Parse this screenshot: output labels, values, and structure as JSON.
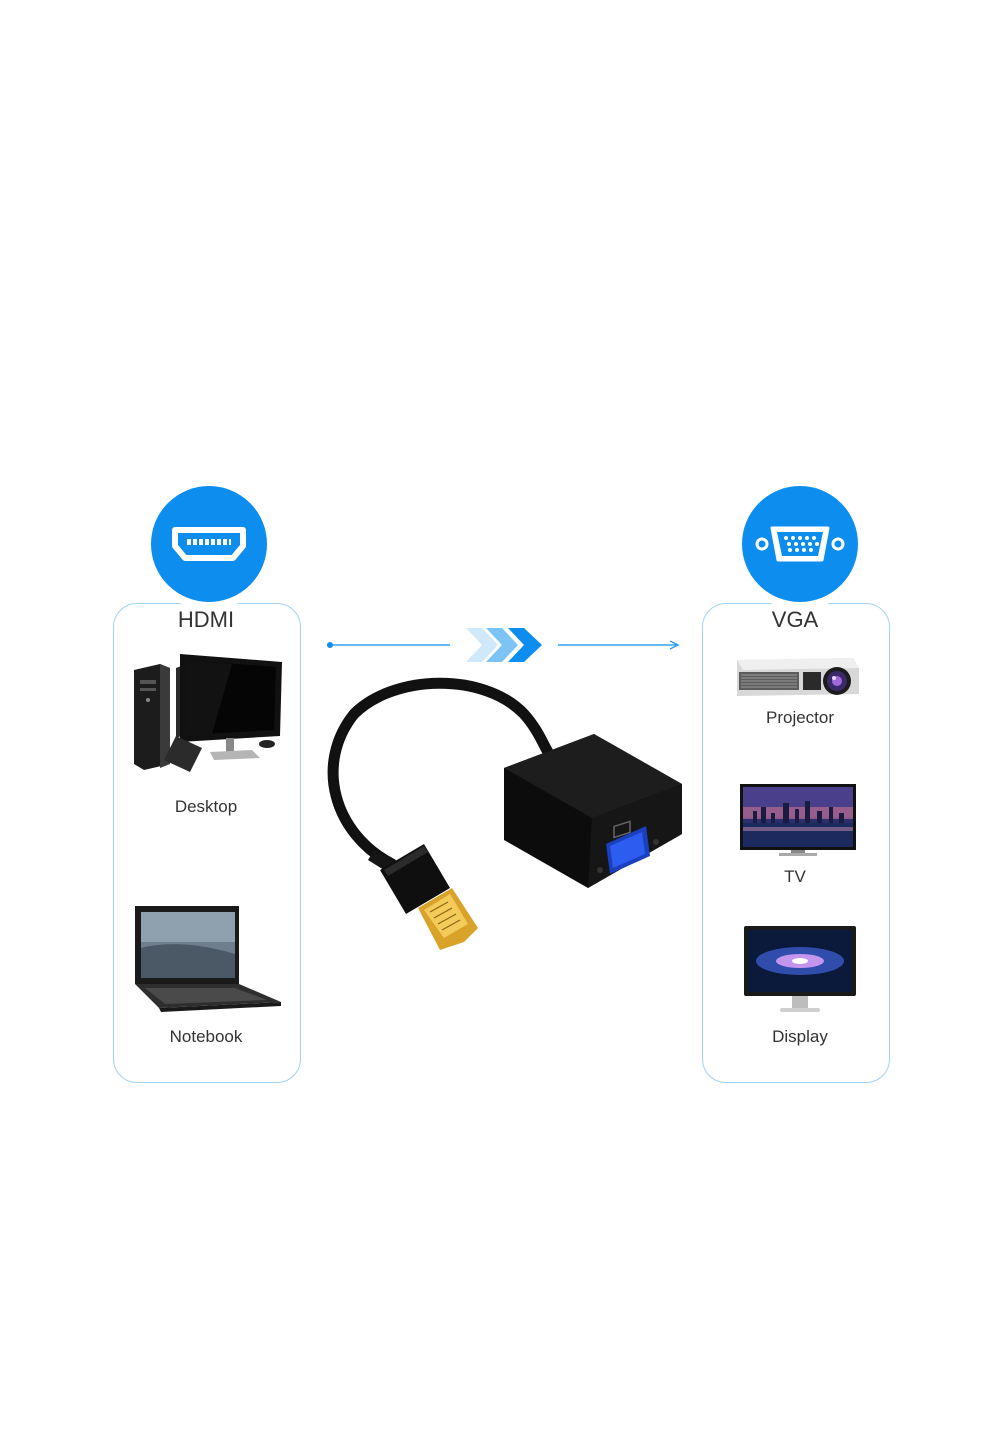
{
  "left_panel": {
    "title": "HDMI",
    "icon": "hdmi-port-icon",
    "items": [
      {
        "label": "Desktop",
        "icon": "desktop-computer-icon"
      },
      {
        "label": "Notebook",
        "icon": "laptop-icon"
      }
    ]
  },
  "right_panel": {
    "title": "VGA",
    "icon": "vga-port-icon",
    "items": [
      {
        "label": "Projector",
        "icon": "projector-icon"
      },
      {
        "label": "TV",
        "icon": "tv-icon"
      },
      {
        "label": "Display",
        "icon": "monitor-icon"
      }
    ]
  },
  "center": {
    "icon": "hdmi-to-vga-adapter-icon",
    "direction_icon": "chevron-right-icon"
  },
  "colors": {
    "accent": "#0d8eef",
    "panel_border": "#9fd3f3",
    "text": "#333333"
  }
}
